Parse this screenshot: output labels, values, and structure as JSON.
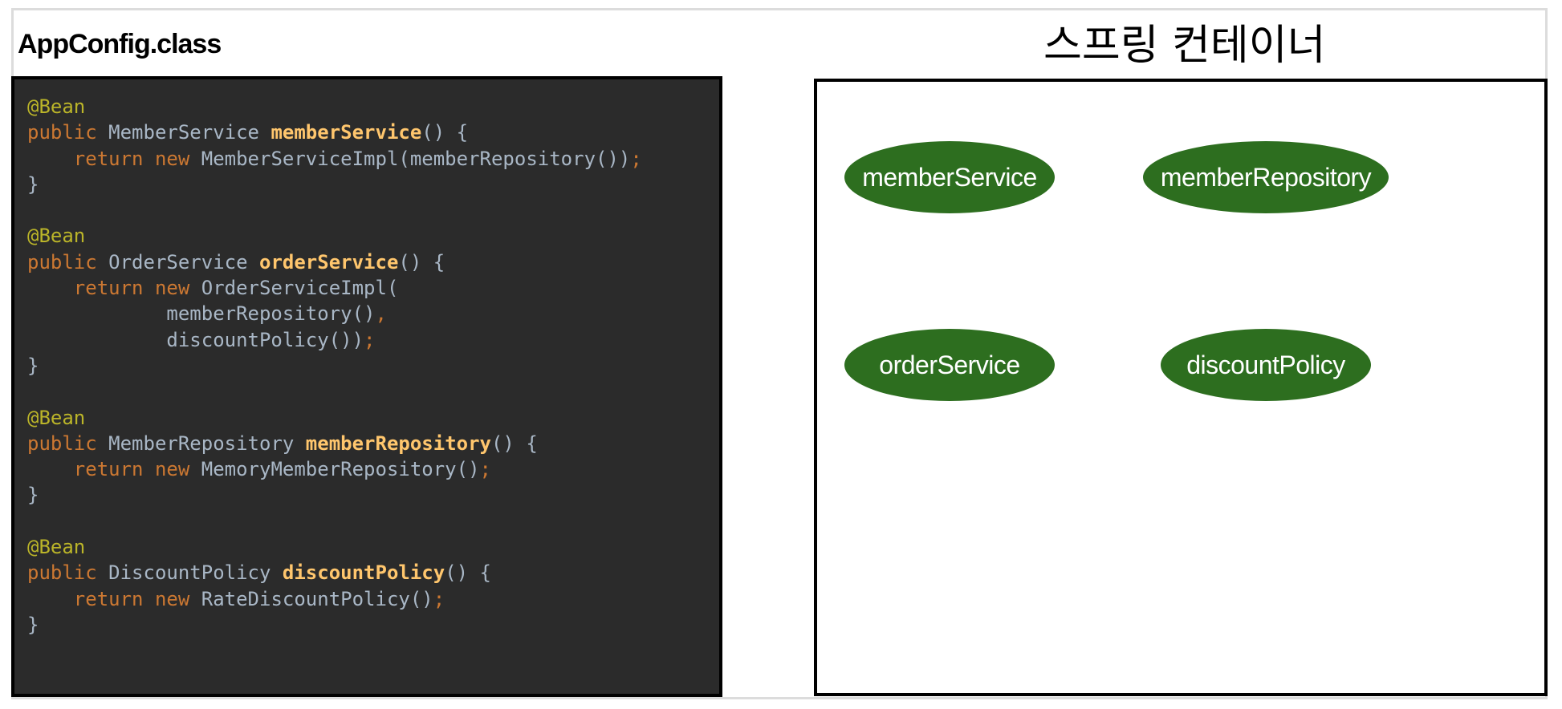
{
  "code_panel": {
    "title": "AppConfig.class",
    "lines": [
      [
        {
          "t": "@Bean",
          "c": "annot"
        }
      ],
      [
        {
          "t": "public ",
          "c": "kw"
        },
        {
          "t": "MemberService ",
          "c": "plain"
        },
        {
          "t": "memberService",
          "c": "fn"
        },
        {
          "t": "() {",
          "c": "plain"
        }
      ],
      [
        {
          "t": "    return new ",
          "c": "kw"
        },
        {
          "t": "MemberServiceImpl(memberRepository())",
          "c": "plain"
        },
        {
          "t": ";",
          "c": "punct"
        }
      ],
      [
        {
          "t": "}",
          "c": "plain"
        }
      ],
      [],
      [
        {
          "t": "@Bean",
          "c": "annot"
        }
      ],
      [
        {
          "t": "public ",
          "c": "kw"
        },
        {
          "t": "OrderService ",
          "c": "plain"
        },
        {
          "t": "orderService",
          "c": "fn"
        },
        {
          "t": "() {",
          "c": "plain"
        }
      ],
      [
        {
          "t": "    return new ",
          "c": "kw"
        },
        {
          "t": "OrderServiceImpl(",
          "c": "plain"
        }
      ],
      [
        {
          "t": "            memberRepository()",
          "c": "plain"
        },
        {
          "t": ",",
          "c": "punct"
        }
      ],
      [
        {
          "t": "            discountPolicy())",
          "c": "plain"
        },
        {
          "t": ";",
          "c": "punct"
        }
      ],
      [
        {
          "t": "}",
          "c": "plain"
        }
      ],
      [],
      [
        {
          "t": "@Bean",
          "c": "annot"
        }
      ],
      [
        {
          "t": "public ",
          "c": "kw"
        },
        {
          "t": "MemberRepository ",
          "c": "plain"
        },
        {
          "t": "memberRepository",
          "c": "fn"
        },
        {
          "t": "() {",
          "c": "plain"
        }
      ],
      [
        {
          "t": "    return new ",
          "c": "kw"
        },
        {
          "t": "MemoryMemberRepository()",
          "c": "plain"
        },
        {
          "t": ";",
          "c": "punct"
        }
      ],
      [
        {
          "t": "}",
          "c": "plain"
        }
      ],
      [],
      [
        {
          "t": "@Bean",
          "c": "annot"
        }
      ],
      [
        {
          "t": "public ",
          "c": "kw"
        },
        {
          "t": "DiscountPolicy ",
          "c": "plain"
        },
        {
          "t": "discountPolicy",
          "c": "fn"
        },
        {
          "t": "() {",
          "c": "plain"
        }
      ],
      [
        {
          "t": "    return new ",
          "c": "kw"
        },
        {
          "t": "RateDiscountPolicy()",
          "c": "plain"
        },
        {
          "t": ";",
          "c": "punct"
        }
      ],
      [
        {
          "t": "}",
          "c": "plain"
        }
      ]
    ]
  },
  "container": {
    "title": "스프링 컨테이너",
    "beans": {
      "member_service": "memberService",
      "member_repository": "memberRepository",
      "order_service": "orderService",
      "discount_policy": "discountPolicy"
    },
    "bean_color": "#2d6e1f"
  },
  "colors": {
    "code_background": "#2b2b2b",
    "annotation": "#bbb529",
    "keyword": "#cc7832",
    "method_name": "#ffc66d",
    "plain_code": "#a9b7c6"
  }
}
